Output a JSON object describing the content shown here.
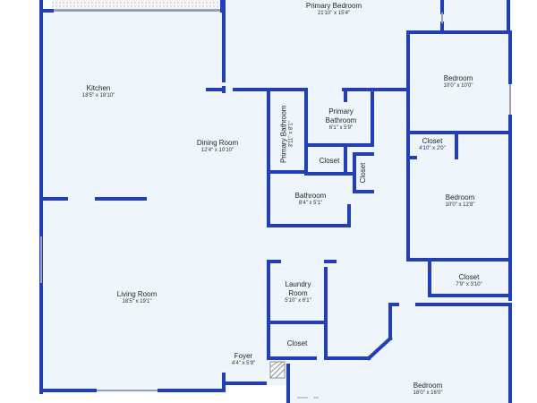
{
  "colors": {
    "wall": "#1f3fbf",
    "floor": "#eef5fb",
    "window": "#9aa3ad",
    "label": "#1b2230"
  },
  "rooms": {
    "primary_bedroom": {
      "name": "Primary Bedroom",
      "dims": "21'10\" x 15'4\""
    },
    "kitchen": {
      "name": "Kitchen",
      "dims": "18'5\" x 18'10\""
    },
    "dining_room": {
      "name": "Dining Room",
      "dims": "12'4\" x 10'10\""
    },
    "primary_bathroom_small": {
      "name": "Primary Bathroom",
      "dims": "3'11\" x 8'1\""
    },
    "primary_bathroom": {
      "name": "Primary Bathroom",
      "dims": "6'1\" x 5'9\""
    },
    "bedroom_1": {
      "name": "Bedroom",
      "dims": "10'0\" x 10'0\""
    },
    "closet_1": {
      "name": "Closet",
      "dims": "4'10\" x 2'0\""
    },
    "closet_2": {
      "name": "Closet"
    },
    "closet_3": {
      "name": "Closet"
    },
    "bathroom": {
      "name": "Bathroom",
      "dims": "8'4\" x 5'1\""
    },
    "bedroom_2": {
      "name": "Bedroom",
      "dims": "10'0\" x 12'8\""
    },
    "closet_4": {
      "name": "Closet",
      "dims": "7'9\" x 3'10\""
    },
    "laundry_room": {
      "name": "Laundry Room",
      "dims": "5'10\" x 6'1\""
    },
    "living_room": {
      "name": "Living Room",
      "dims": "18'5\" x 19'1\""
    },
    "closet_5": {
      "name": "Closet"
    },
    "foyer": {
      "name": "Foyer",
      "dims": "4'4\" x 5'9\""
    },
    "bedroom_3": {
      "name": "Bedroom",
      "dims": "18'0\" x 16'0\""
    }
  }
}
